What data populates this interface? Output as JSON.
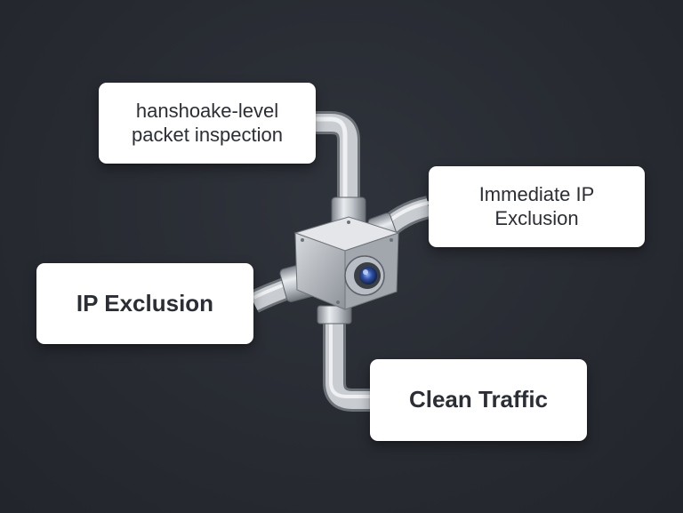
{
  "diagram": {
    "nodes": {
      "top_left": "hanshoake-level packet inspection",
      "top_right": "Immediate IP Exclusion",
      "left": "IP Exclusion",
      "bottom_right": "Clean Traffic"
    },
    "center": "pipe-junction-valve",
    "colors": {
      "background": "#272a31",
      "card": "#ffffff",
      "text": "#2b2f35",
      "pipe": "#b9bec6",
      "sensor_lens": "#2f4fa0"
    }
  }
}
